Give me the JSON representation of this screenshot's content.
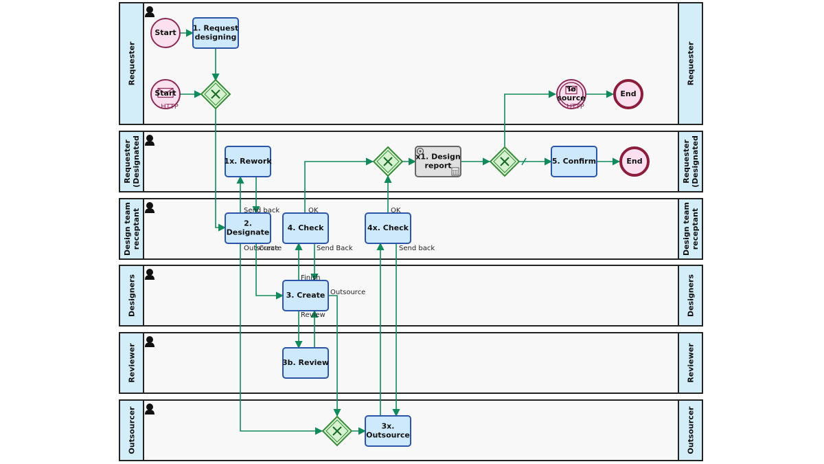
{
  "lanes": [
    {
      "id": "requester",
      "name": "Requester"
    },
    {
      "id": "requester-designated",
      "name": "Requester (Designated"
    },
    {
      "id": "design-team-receptant",
      "name": "Design team receptant"
    },
    {
      "id": "designers",
      "name": "Designers"
    },
    {
      "id": "reviewer",
      "name": "Reviewer"
    },
    {
      "id": "outsourcer",
      "name": "Outsourcer"
    }
  ],
  "lane_headers": {
    "requester": [
      "Requester"
    ],
    "requester-designated": [
      "Requester",
      "(Designated"
    ],
    "design-team-receptant": [
      "Design team",
      "receptant"
    ],
    "designers": [
      "Designers"
    ],
    "reviewer": [
      "Reviewer"
    ],
    "outsourcer": [
      "Outsourcer"
    ]
  },
  "events": {
    "start1": {
      "label": "Start",
      "kind": "start"
    },
    "start_http": {
      "label": "Start",
      "sub": "HTTP",
      "kind": "start-message"
    },
    "to_source": {
      "label_lines": [
        "To",
        "source"
      ],
      "sub": "HTTP",
      "kind": "intermediate-message"
    },
    "end1": {
      "label": "End",
      "kind": "end"
    },
    "end2": {
      "label": "End",
      "kind": "end"
    }
  },
  "tasks": {
    "t1": {
      "lines": [
        "1. Request",
        "designing"
      ]
    },
    "t1x": {
      "lines": [
        "1x. Rework"
      ]
    },
    "t2": {
      "lines": [
        "2.",
        "Designate"
      ]
    },
    "t4": {
      "lines": [
        "4. Check"
      ]
    },
    "t4x": {
      "lines": [
        "4x. Check"
      ]
    },
    "x1": {
      "lines": [
        "x1. Design",
        "report"
      ],
      "style": "gray"
    },
    "t5": {
      "lines": [
        "5. Confirm"
      ]
    },
    "t3": {
      "lines": [
        "3. Create"
      ]
    },
    "t3b": {
      "lines": [
        "3b. Review"
      ]
    },
    "t3x": {
      "lines": [
        "3x.",
        "Outsource"
      ]
    }
  },
  "flow_labels": {
    "send_back_1": "Send back",
    "outsource_2": "Outsource",
    "create_2": "Create",
    "ok_4": "OK",
    "send_back_4": "Send Back",
    "finish_3": "Finish",
    "outsource_3": "Outsource",
    "review_3": "Review",
    "ok_4x": "OK",
    "send_back_4x": "Send back"
  },
  "colors": {
    "lane_header": "#d3eef9",
    "task_fill": "#cde9fb",
    "task_stroke": "#2a55a8",
    "event_fill": "#fbe0f0",
    "event_stroke": "#8a2a55",
    "gateway_fill": "#d6f3d0",
    "flow": "#118a5b"
  }
}
